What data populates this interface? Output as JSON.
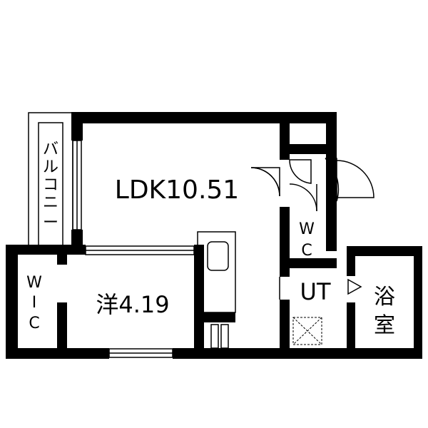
{
  "floor_plan": {
    "rooms": {
      "ldk": "LDK10.51",
      "western_room": "洋4.19",
      "utility": "UT",
      "bathroom": [
        "浴",
        "室"
      ],
      "balcony": [
        "バ",
        "ル",
        "コ",
        "ニ",
        "ー"
      ],
      "wic": [
        "W",
        "I",
        "C"
      ],
      "toilet": [
        "W",
        "C"
      ]
    },
    "colors": {
      "wall": "#000000",
      "background": "#ffffff",
      "fixture_line": "#000000"
    }
  }
}
